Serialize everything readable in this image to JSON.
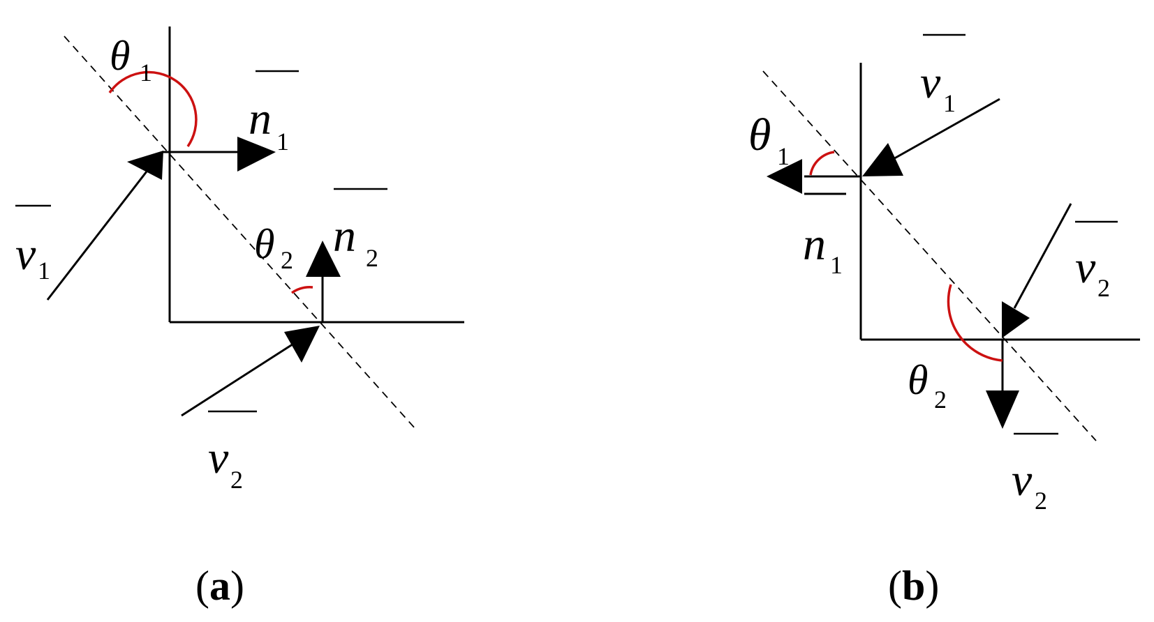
{
  "figure": {
    "panel_a": {
      "caption_open": "(",
      "caption_letter": "a",
      "caption_close": ")",
      "labels": {
        "theta1": "θ",
        "theta1_sub": "1",
        "n1": "n",
        "n1_sub": "1",
        "theta2": "θ",
        "theta2_sub": "2",
        "n2": "n",
        "n2_sub": "2",
        "v1": "v",
        "v1_sub": "1",
        "v2": "v",
        "v2_sub": "2"
      }
    },
    "panel_b": {
      "caption_open": "(",
      "caption_letter": "b",
      "caption_close": ")",
      "labels": {
        "v1": "v",
        "v1_sub": "1",
        "theta1": "θ",
        "theta1_sub": "1",
        "n1": "n",
        "n1_sub": "1",
        "v2_top": "v",
        "v2_top_sub": "2",
        "theta2": "θ",
        "theta2_sub": "2",
        "v2_bottom": "v",
        "v2_bottom_sub": "2"
      }
    },
    "colors": {
      "lines": "#000000",
      "angle_arcs": "#cc1111",
      "background": "#ffffff"
    }
  }
}
